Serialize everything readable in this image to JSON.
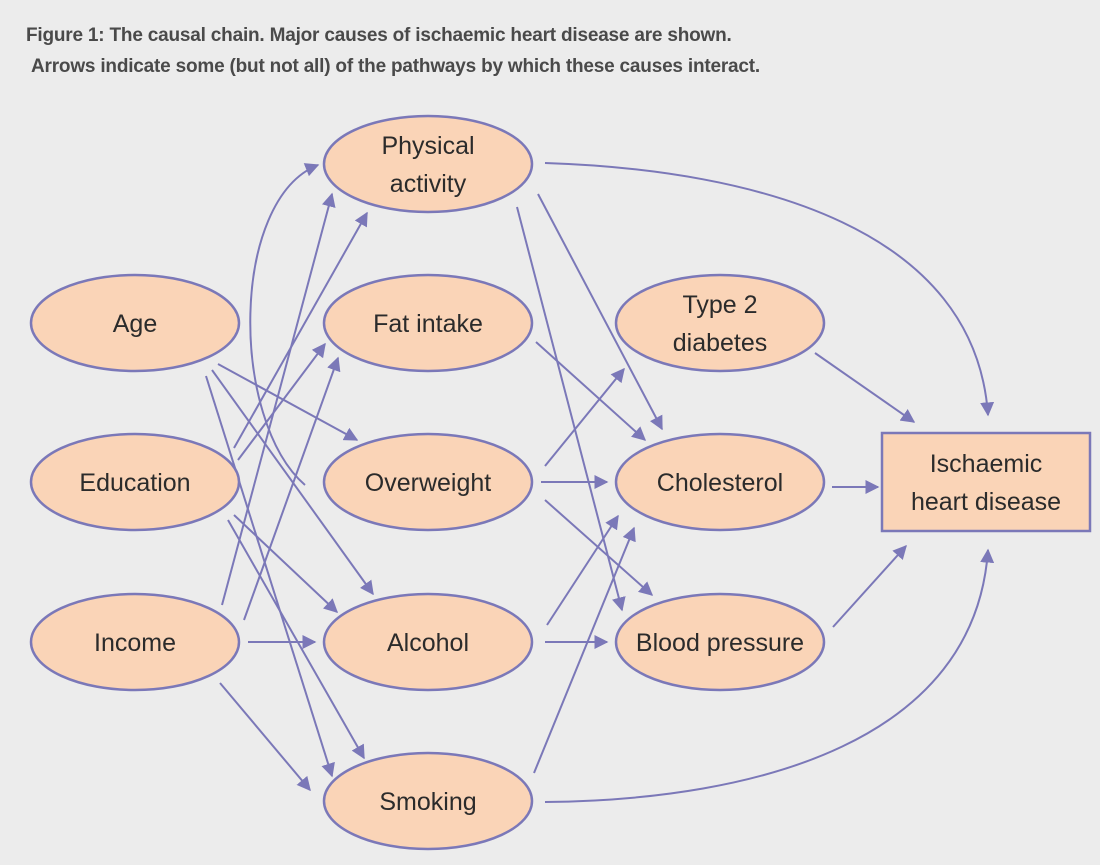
{
  "caption": {
    "line1": "Figure 1: The causal chain. Major causes of ischaemic heart disease are shown.",
    "line2": "Arrows indicate some (but not all) of the pathways by which these causes interact."
  },
  "colors": {
    "node_fill": "#fad4b7",
    "node_stroke": "#7b78b8",
    "arrow": "#7b78b8",
    "background": "#ececec",
    "caption_text": "#4a4a4a"
  },
  "nodes": {
    "age": [
      "Age"
    ],
    "education": [
      "Education"
    ],
    "income": [
      "Income"
    ],
    "physical_activity": [
      "Physical",
      "activity"
    ],
    "fat_intake": [
      "Fat intake"
    ],
    "overweight": [
      "Overweight"
    ],
    "alcohol": [
      "Alcohol"
    ],
    "smoking": [
      "Smoking"
    ],
    "type2_diabetes": [
      "Type 2",
      "diabetes"
    ],
    "cholesterol": [
      "Cholesterol"
    ],
    "blood_pressure": [
      "Blood pressure"
    ],
    "ihd": [
      "Ischaemic",
      "heart disease"
    ]
  }
}
